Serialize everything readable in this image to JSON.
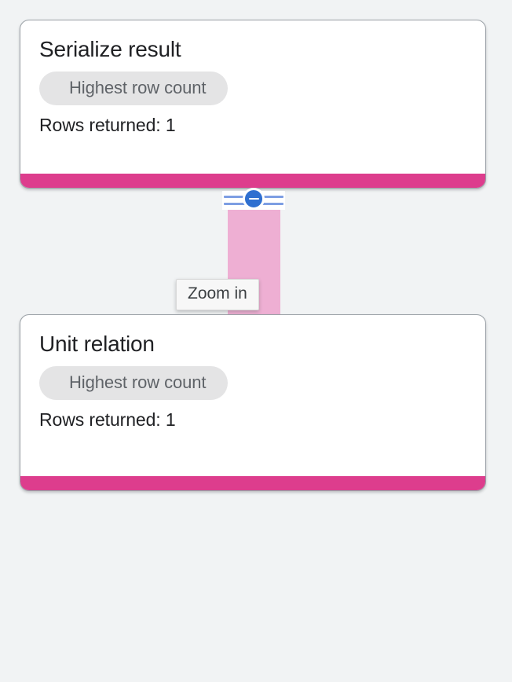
{
  "canvas": {
    "background_color": "#f1f3f4"
  },
  "nodes": [
    {
      "id": "serialize-result",
      "title": "Serialize result",
      "chip": "Highest row count",
      "rows": "Rows returned: 1",
      "accent_color": "#DD3D8D"
    },
    {
      "id": "unit-relation",
      "title": "Unit relation",
      "chip": "Highest row count",
      "rows": "Rows returned: 1",
      "accent_color": "#DD3D8D"
    }
  ],
  "edge": {
    "bar_color": "#eeafd3",
    "rail_line_color": "#7d9ee3",
    "toggle": {
      "icon": "minus-circle-icon",
      "color": "#2f6fd0",
      "state": "expanded"
    }
  },
  "tooltip": {
    "text": "Zoom in"
  }
}
